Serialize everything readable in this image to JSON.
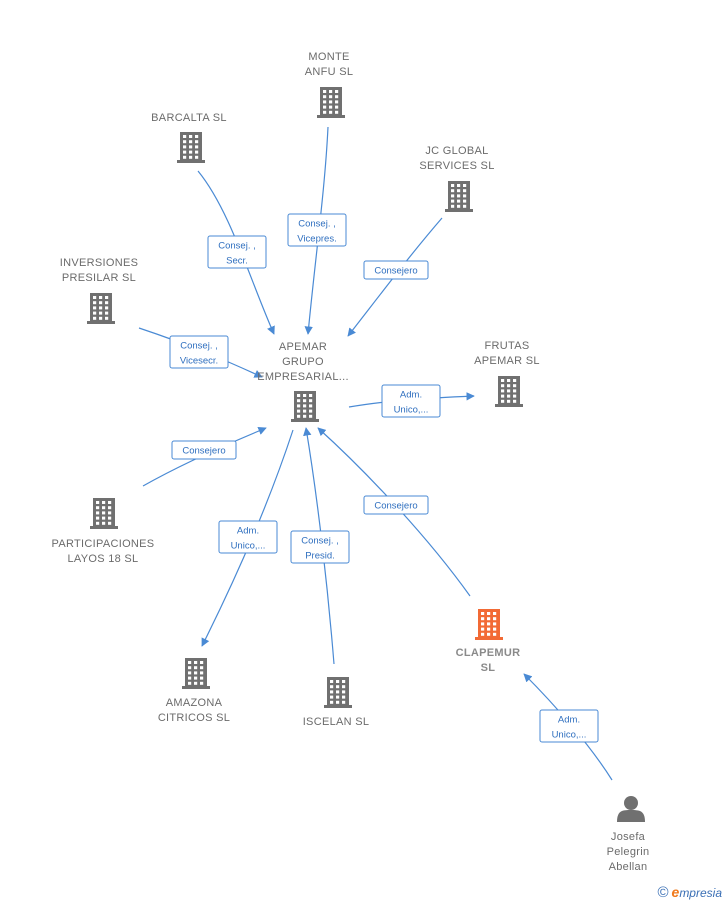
{
  "colors": {
    "edge": "#4a8ad4",
    "building": "#707070",
    "focus_building": "#f26a35",
    "person": "#707070"
  },
  "nodes": [
    {
      "id": "apemar",
      "type": "company",
      "lines": [
        "APEMAR",
        "GRUPO",
        "EMPRESARIAL..."
      ]
    },
    {
      "id": "monte",
      "type": "company",
      "lines": [
        "MONTE",
        "ANFU  SL"
      ]
    },
    {
      "id": "barcalta",
      "type": "company",
      "lines": [
        "BARCALTA  SL"
      ]
    },
    {
      "id": "jcglobal",
      "type": "company",
      "lines": [
        "JC GLOBAL",
        "SERVICES  SL"
      ]
    },
    {
      "id": "inversiones",
      "type": "company",
      "lines": [
        "INVERSIONES",
        "PRESILAR  SL"
      ]
    },
    {
      "id": "frutas",
      "type": "company",
      "lines": [
        "FRUTAS",
        "APEMAR SL"
      ]
    },
    {
      "id": "participaciones",
      "type": "company",
      "lines": [
        "PARTICIPACIONES",
        "LAYOS 18  SL"
      ]
    },
    {
      "id": "amazona",
      "type": "company",
      "lines": [
        "AMAZONA",
        "CITRICOS  SL"
      ]
    },
    {
      "id": "iscelan",
      "type": "company",
      "lines": [
        "ISCELAN  SL"
      ]
    },
    {
      "id": "clapemur",
      "type": "focus",
      "lines": [
        "CLAPEMUR",
        "SL"
      ]
    },
    {
      "id": "josefa",
      "type": "person",
      "lines": [
        "Josefa",
        "Pelegrin",
        "Abellan"
      ]
    }
  ],
  "edges": [
    {
      "from": "barcalta",
      "to": "apemar",
      "label": [
        "Consej. ,",
        "Secr."
      ]
    },
    {
      "from": "monte",
      "to": "apemar",
      "label": [
        "Consej. ,",
        "Vicepres."
      ]
    },
    {
      "from": "jcglobal",
      "to": "apemar",
      "label": [
        "Consejero"
      ]
    },
    {
      "from": "inversiones",
      "to": "apemar",
      "label": [
        "Consej. ,",
        "Vicesecr."
      ]
    },
    {
      "from": "participaciones",
      "to": "apemar",
      "label": [
        "Consejero"
      ]
    },
    {
      "from": "apemar",
      "to": "frutas",
      "label": [
        "Adm.",
        "Unico,..."
      ]
    },
    {
      "from": "apemar",
      "to": "amazona",
      "label": [
        "Adm.",
        "Unico,..."
      ]
    },
    {
      "from": "iscelan",
      "to": "apemar",
      "label": [
        "Consej. ,",
        "Presid."
      ]
    },
    {
      "from": "clapemur",
      "to": "apemar",
      "label": [
        "Consejero"
      ]
    },
    {
      "from": "josefa",
      "to": "clapemur",
      "label": [
        "Adm.",
        "Unico,..."
      ]
    }
  ],
  "brand": {
    "copyright": "©",
    "first_letter": "e",
    "rest": "mpresia"
  }
}
